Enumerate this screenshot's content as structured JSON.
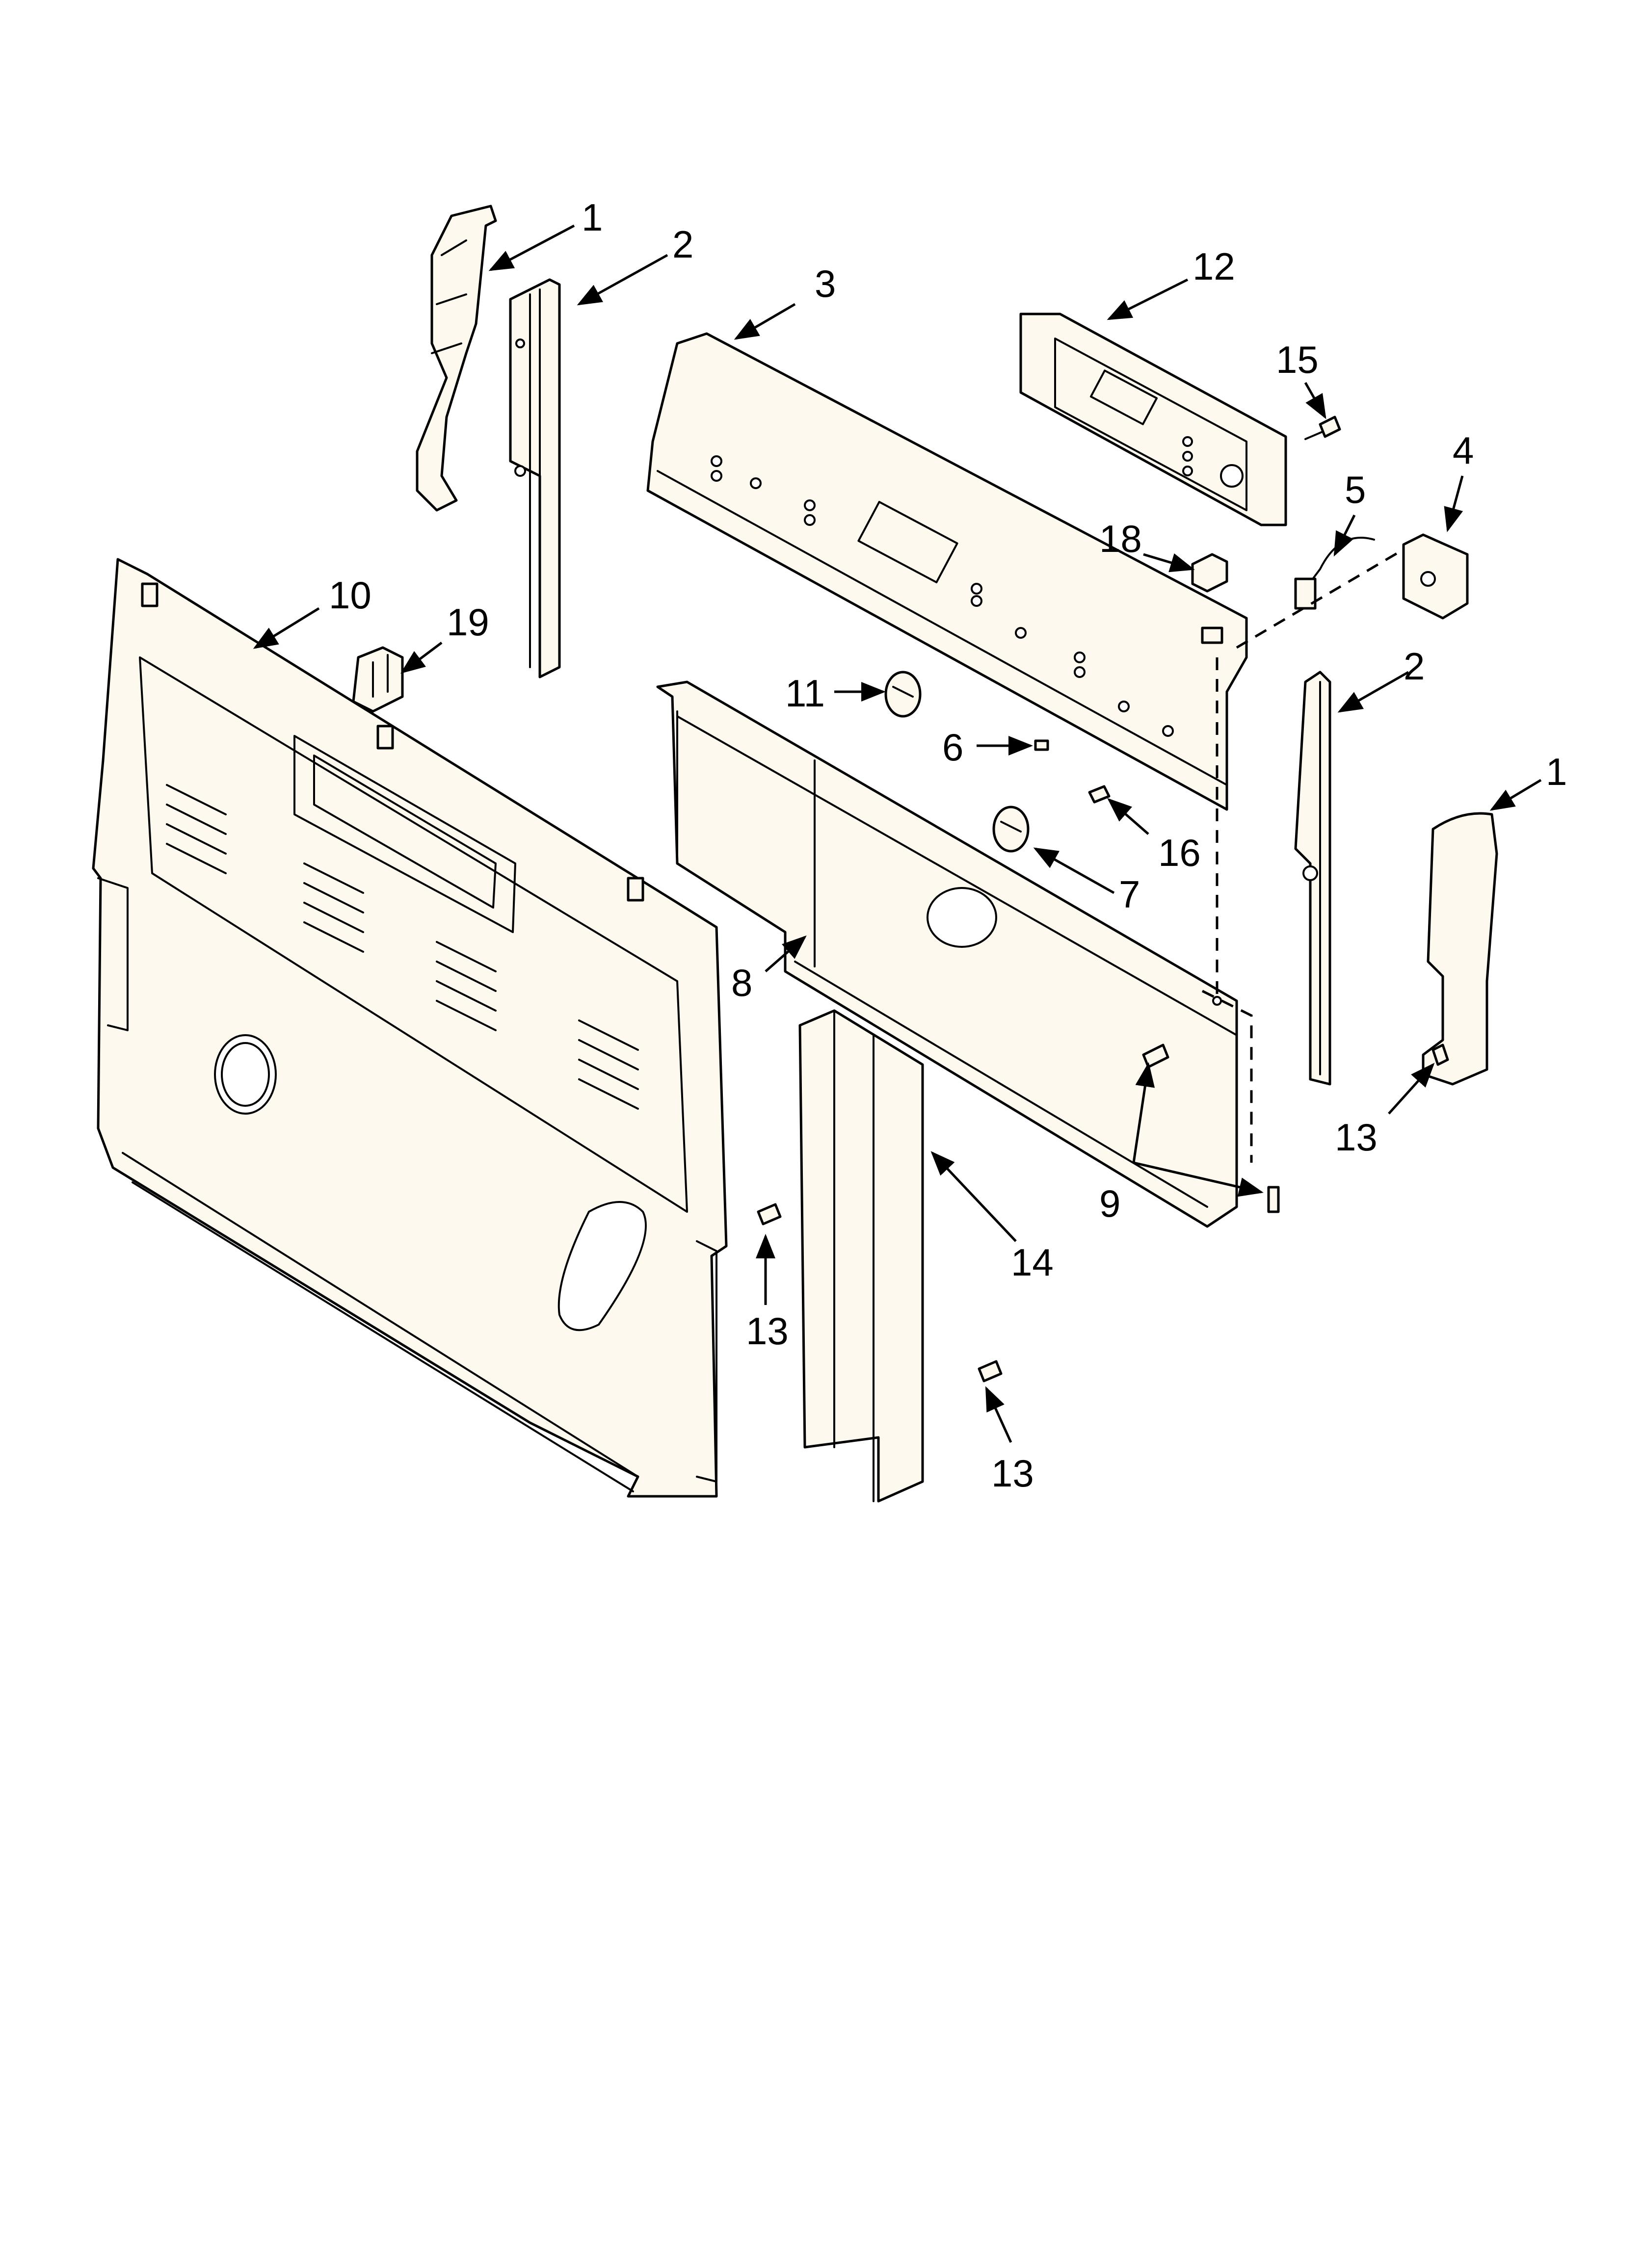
{
  "callouts": [
    {
      "id": "c1a",
      "label": "1"
    },
    {
      "id": "c2a",
      "label": "2"
    },
    {
      "id": "c3",
      "label": "3"
    },
    {
      "id": "c12",
      "label": "12"
    },
    {
      "id": "c15",
      "label": "15"
    },
    {
      "id": "c5",
      "label": "5"
    },
    {
      "id": "c4",
      "label": "4"
    },
    {
      "id": "c18",
      "label": "18"
    },
    {
      "id": "c10",
      "label": "10"
    },
    {
      "id": "c19",
      "label": "19"
    },
    {
      "id": "c11",
      "label": "11"
    },
    {
      "id": "c6",
      "label": "6"
    },
    {
      "id": "c2b",
      "label": "2"
    },
    {
      "id": "c1b",
      "label": "1"
    },
    {
      "id": "c16",
      "label": "16"
    },
    {
      "id": "c7",
      "label": "7"
    },
    {
      "id": "c8",
      "label": "8"
    },
    {
      "id": "c9",
      "label": "9"
    },
    {
      "id": "c13a",
      "label": "13"
    },
    {
      "id": "c14",
      "label": "14"
    },
    {
      "id": "c13b",
      "label": "13"
    },
    {
      "id": "c13c",
      "label": "13"
    }
  ]
}
